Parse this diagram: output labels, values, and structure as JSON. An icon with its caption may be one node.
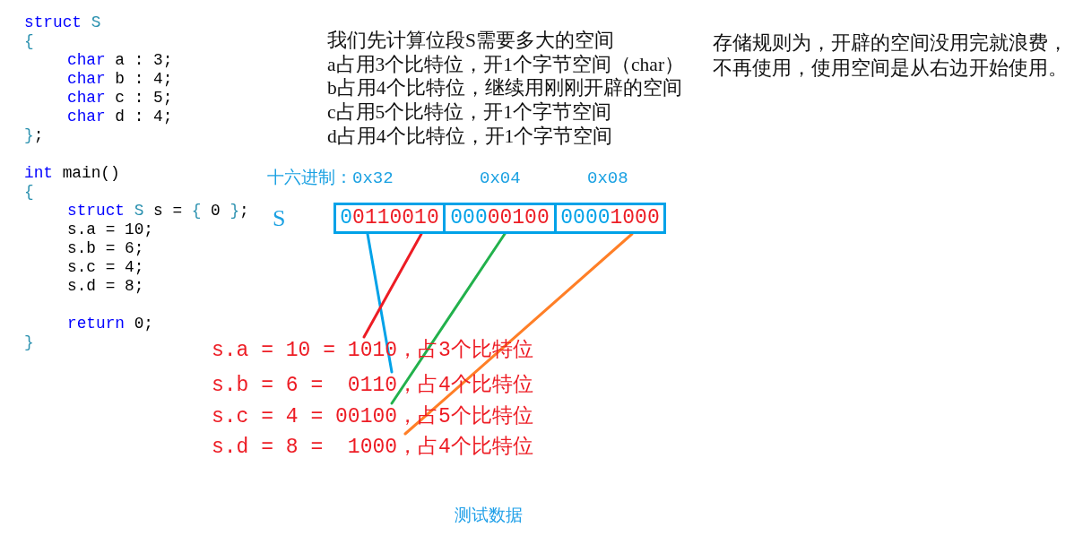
{
  "diagram": {
    "caption": "测试数据",
    "nodes": [
      {
        "text": [
          "00110010"
        ],
        "beside": [
          "十六进制：0x32"
        ]
      },
      {
        "text": [
          "00000100"
        ],
        "beside": [
          "0x04"
        ]
      },
      {
        "text": [
          "00001000"
        ],
        "beside": [
          "0x08"
        ]
      },
      {
        "text": [
          "s.a = 10 = 1010，占3个比特位"
        ]
      },
      {
        "text": [
          "s.b = 6 =  0110，占4个比特位"
        ]
      },
      {
        "text": [
          "s.c = 4 = 00100，占5个比特位"
        ]
      },
      {
        "text": [
          "s.d = 8 =  1000，占4个比特位"
        ]
      }
    ],
    "edges": [
      {
        "from": 0,
        "to": 4,
        "arrow": "none",
        "color": "#00a2e8"
      },
      {
        "from": 0,
        "to": 3,
        "arrow": "none",
        "color": "#ed1c24"
      },
      {
        "from": 1,
        "to": 5,
        "arrow": "none",
        "color": "#22b14c"
      },
      {
        "from": 2,
        "to": 6,
        "arrow": "none",
        "color": "#ff7f27"
      }
    ],
    "labels": [
      "struct S",
      "{",
      "char a : 3;",
      "char b : 4;",
      "char c : 5;",
      "char d : 4;",
      "};",
      "int main()",
      "{",
      "struct S s = { 0 };",
      "s.a = 10;",
      "s.b = 6;",
      "s.c = 4;",
      "s.d = 8;",
      "return 0;",
      "}",
      "我们先计算位段S需要多大的空间",
      "a占用3个比特位，开1个字节空间（char）",
      "b占用4个比特位，继续用刚刚开辟的空间",
      "c占用5个比特位，开1个字节空间",
      "d占用4个比特位，开1个字节空间",
      "存储规则为，开辟的空间没用完就浪费，不再使用，使用空间是从右边开始使用。",
      "S"
    ]
  }
}
